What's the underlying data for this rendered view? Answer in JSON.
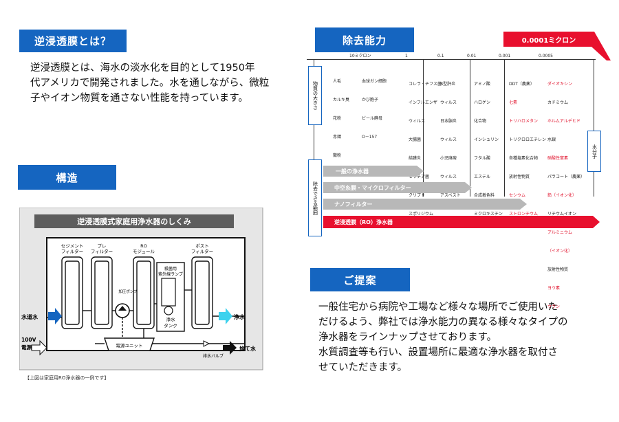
{
  "sections": {
    "intro": {
      "heading": "逆浸透膜とは？",
      "lines": [
        "逆浸透膜とは、海水の淡水化を目的として1950年",
        "代アメリカで開発されました。水を通しながら、微粒",
        "子やイオン物質を通さない性能を持っています。"
      ]
    },
    "structure": {
      "heading": "構造"
    },
    "removal": {
      "heading": "除去能力"
    },
    "proposal": {
      "heading": "ご提案",
      "lines": [
        "一般住宅から病院や工場など様々な場所でご使用いた",
        "だけるよう、弊社では浄水能力の異なる様々なタイプの",
        "浄水器をラインナップさせております。",
        "水質調査等も行い、設置場所に最適な浄水器を取付さ",
        "せていただきます。"
      ]
    }
  },
  "diagram": {
    "title": "逆浸透膜式家庭用浄水器のしくみ",
    "caption": "【上図は家庭用RO浄水器の一例です】",
    "inlet": "水道水",
    "outlet": "浄水",
    "drain": "捨て水",
    "power": [
      "100V",
      "電源"
    ],
    "pump": "加圧ポンプ",
    "power_unit": "電源ユニット",
    "drain_valve": "排水バルブ",
    "sterilize": [
      "殺菌用",
      "紫外線ランプ"
    ],
    "tank": [
      "浄水",
      "タンク"
    ],
    "filters": [
      {
        "label": [
          "セジメント",
          "フィルター"
        ]
      },
      {
        "label": [
          "プレ",
          "フィルター"
        ]
      },
      {
        "label": [
          "RO",
          "モジュール"
        ]
      },
      {
        "label": [
          "ポスト",
          "フィルター"
        ]
      }
    ]
  },
  "chart": {
    "banner": "0.0001ミクロン",
    "scale": [
      "10ミクロン",
      "1",
      "0.1",
      "0.01",
      "0.001",
      "0.0005"
    ],
    "row_size": "物質の大きさ",
    "row_range": "除去できる範囲",
    "water_molecule": "水分子",
    "columns": [
      {
        "lines": [
          "人毛",
          "カルキ臭",
          "花粉",
          "赤錆",
          "黴粉"
        ],
        "red": []
      },
      {
        "lines": [
          "血球ガン細胞",
          "かび胞子",
          "ビール酵母",
          "O－157"
        ],
        "red": []
      },
      {
        "lines": [
          "コレラ・チフス菌",
          "インフルエンザ",
          "ウィルス",
          "大腸菌",
          "結膜炎",
          "セラチア菌",
          "クリプト",
          "スポリジウム"
        ],
        "red": []
      },
      {
        "lines": [
          "B型肝炎",
          "ウィルス",
          "日本脳炎",
          "ウィルス",
          "小児麻痺",
          "ウィルス",
          "アスベスト"
        ],
        "red": []
      },
      {
        "lines": [
          "アミノ酸",
          "ハロゲン",
          "化合物",
          "インシュリン",
          "フタル酸",
          "エステル",
          "合成着色料",
          "ミクロキスチン"
        ],
        "red": []
      },
      {
        "lines": [
          "DDT（農薬）",
          "七素",
          "トリハロメタン",
          "トリクロロエチレン",
          "各種塩素化合物",
          "放射性物質",
          "セシウム",
          "ストロンチウム"
        ],
        "red": [
          1,
          2,
          6,
          7
        ]
      },
      {
        "lines": [
          "ダイオキシン",
          "カドミウム",
          "ホルムアルデヒド",
          "水銀",
          "硝酸性窒素",
          "パラコート（農薬）",
          "鉛（イオン化）",
          "リチウムイオン",
          "アルミニウム",
          "（イオン化）",
          "放射性物質",
          "ヨウ素",
          "ウラン"
        ],
        "red": [
          0,
          2,
          4,
          6,
          8,
          9,
          11,
          12
        ]
      }
    ],
    "bars": [
      {
        "label": "一般の浄水器"
      },
      {
        "label": "中空糸膜・マイクロフィルター"
      },
      {
        "label": "ナノフィルター"
      },
      {
        "label": "逆浸透膜（RO）浄水器"
      }
    ],
    "colors": {
      "gray": "#b8b8b8",
      "red": "#e8102e",
      "blue": "#1565c0"
    }
  }
}
